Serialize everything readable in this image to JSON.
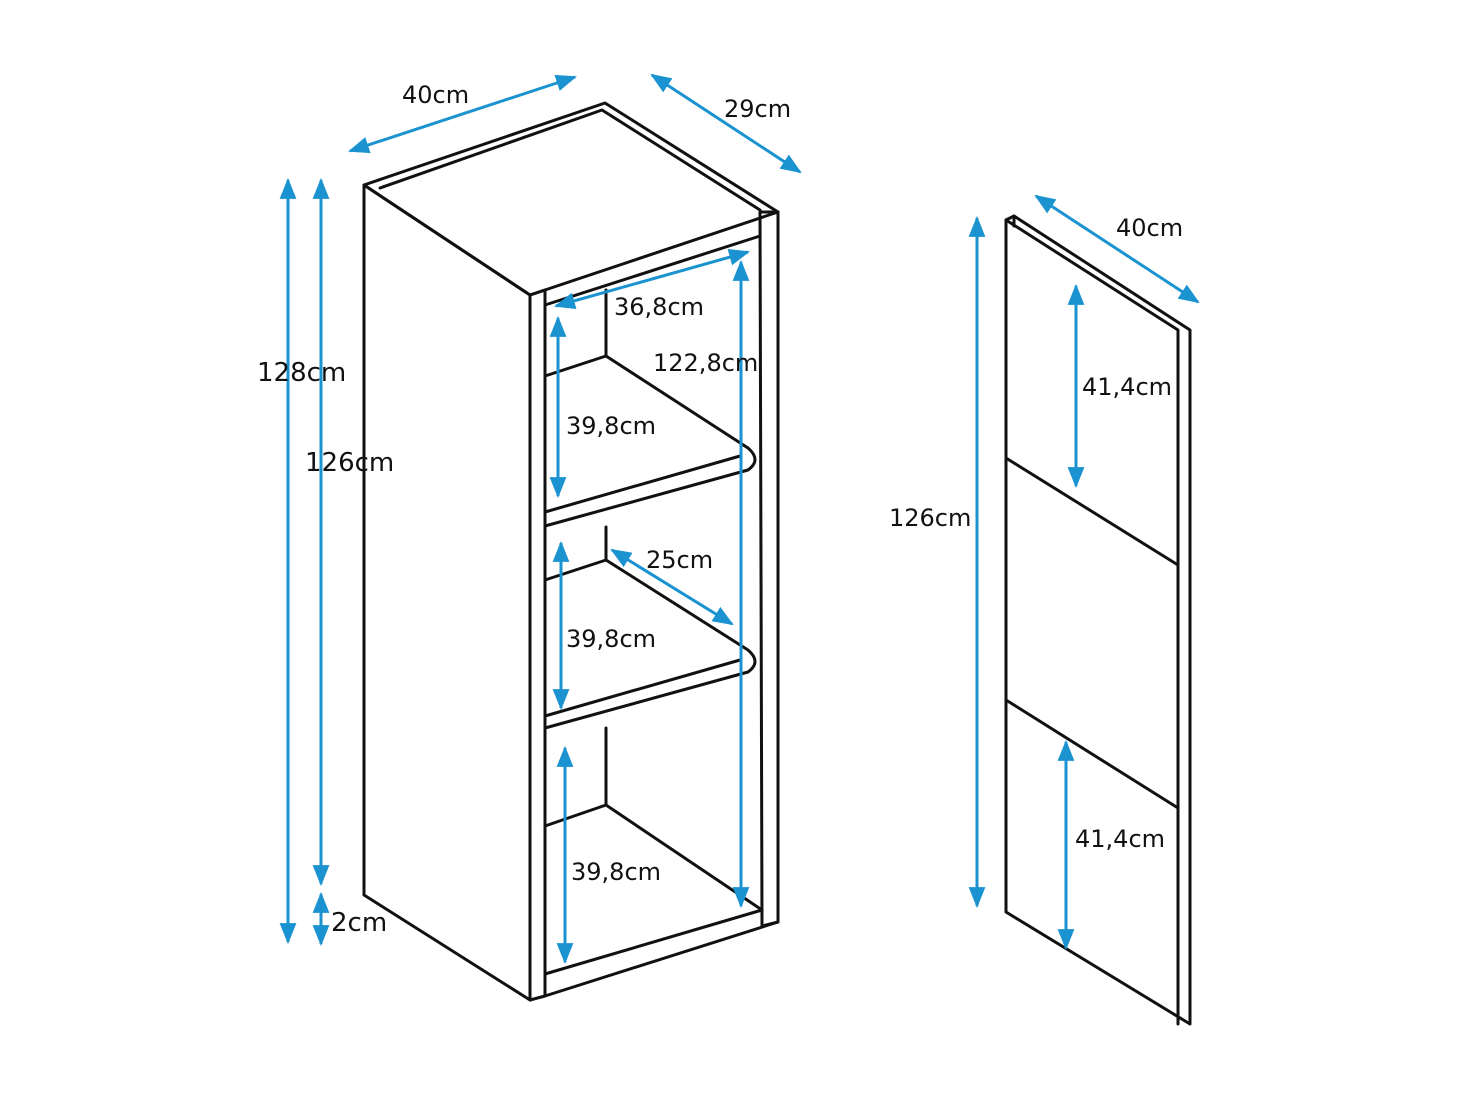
{
  "colors": {
    "outline": "#111111",
    "arrow": "#1a93d0",
    "background": "#ffffff"
  },
  "cabinet": {
    "width_label": "40cm",
    "depth_label": "29cm",
    "total_height_label": "128cm",
    "body_height_label": "126cm",
    "gap_label": "2cm",
    "inner_width_label": "36,8cm",
    "inner_height_label": "122,8cm",
    "shelf_depth_label": "25cm",
    "compartment_1_label": "39,8cm",
    "compartment_2_label": "39,8cm",
    "compartment_3_label": "39,8cm"
  },
  "door": {
    "width_label": "40cm",
    "height_label": "126cm",
    "upper_panel_label": "41,4cm",
    "lower_panel_label": "41,4cm"
  }
}
